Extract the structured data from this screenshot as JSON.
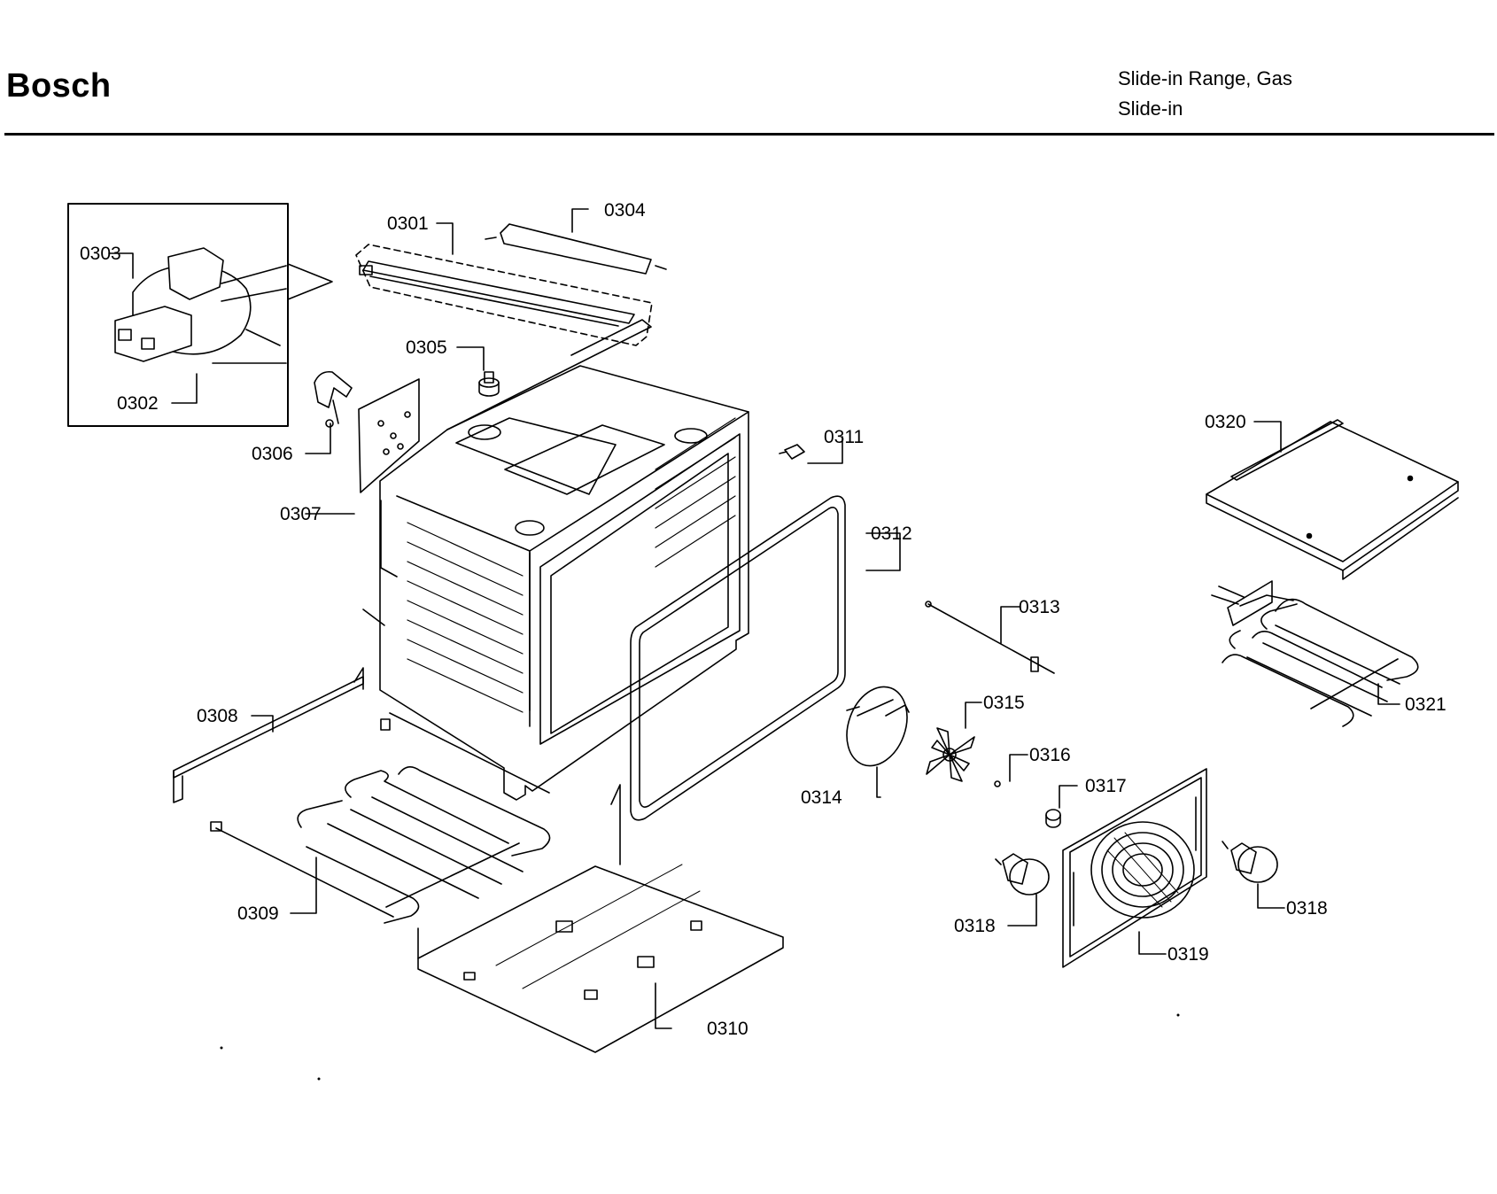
{
  "header": {
    "brand": "Bosch",
    "model_line_1": "Slide-in Range, Gas",
    "model_line_2": "Slide-in"
  },
  "parts": [
    {
      "id": "0301",
      "label": "0301"
    },
    {
      "id": "0302",
      "label": "0302"
    },
    {
      "id": "0303",
      "label": "0303"
    },
    {
      "id": "0304",
      "label": "0304"
    },
    {
      "id": "0305",
      "label": "0305"
    },
    {
      "id": "0306",
      "label": "0306"
    },
    {
      "id": "0307",
      "label": "0307"
    },
    {
      "id": "0308",
      "label": "0308"
    },
    {
      "id": "0309",
      "label": "0309"
    },
    {
      "id": "0310",
      "label": "0310"
    },
    {
      "id": "0311",
      "label": "0311"
    },
    {
      "id": "0312",
      "label": "0312"
    },
    {
      "id": "0313",
      "label": "0313"
    },
    {
      "id": "0314",
      "label": "0314"
    },
    {
      "id": "0315",
      "label": "0315"
    },
    {
      "id": "0316",
      "label": "0316"
    },
    {
      "id": "0317",
      "label": "0317"
    },
    {
      "id": "0318a",
      "label": "0318"
    },
    {
      "id": "0318b",
      "label": "0318"
    },
    {
      "id": "0319",
      "label": "0319"
    },
    {
      "id": "0320",
      "label": "0320"
    },
    {
      "id": "0321",
      "label": "0321"
    }
  ]
}
